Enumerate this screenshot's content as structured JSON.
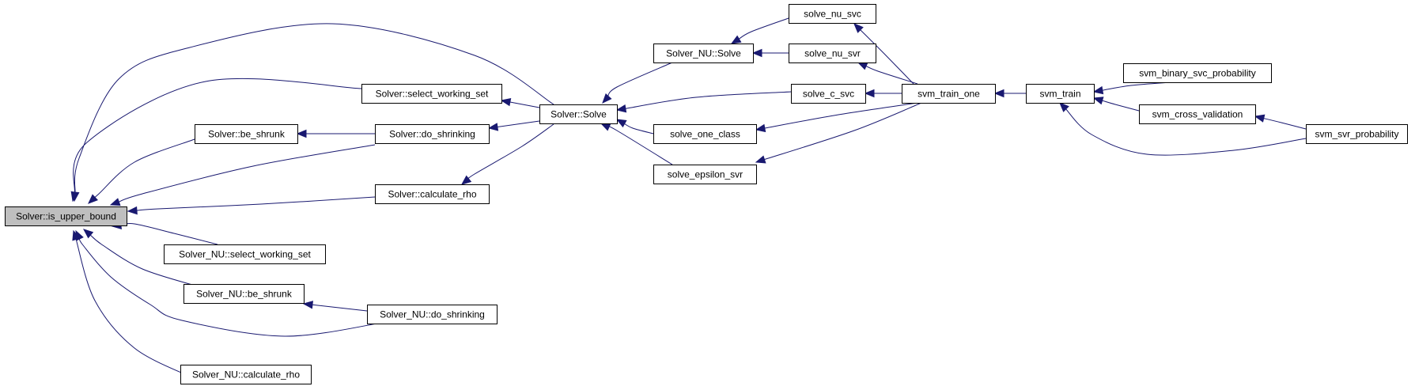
{
  "graph": {
    "colors": {
      "node_fill": "#ffffff",
      "highlight_fill": "#bfbfbf",
      "edge": "#191970",
      "border": "#000000"
    },
    "nodes": [
      {
        "id": "is_upper_bound",
        "label": "Solver::is_upper_bound",
        "highlight": true
      },
      {
        "id": "select_working_set",
        "label": "Solver::select_working_set"
      },
      {
        "id": "be_shrunk",
        "label": "Solver::be_shrunk"
      },
      {
        "id": "do_shrinking",
        "label": "Solver::do_shrinking"
      },
      {
        "id": "calculate_rho",
        "label": "Solver::calculate_rho"
      },
      {
        "id": "nu_select_working_set",
        "label": "Solver_NU::select_working_set"
      },
      {
        "id": "nu_be_shrunk",
        "label": "Solver_NU::be_shrunk"
      },
      {
        "id": "nu_do_shrinking",
        "label": "Solver_NU::do_shrinking"
      },
      {
        "id": "nu_calculate_rho",
        "label": "Solver_NU::calculate_rho"
      },
      {
        "id": "solver_solve",
        "label": "Solver::Solve"
      },
      {
        "id": "nu_solve",
        "label": "Solver_NU::Solve"
      },
      {
        "id": "solve_nu_svc",
        "label": "solve_nu_svc"
      },
      {
        "id": "solve_nu_svr",
        "label": "solve_nu_svr"
      },
      {
        "id": "solve_c_svc",
        "label": "solve_c_svc"
      },
      {
        "id": "solve_one_class",
        "label": "solve_one_class"
      },
      {
        "id": "solve_epsilon_svr",
        "label": "solve_epsilon_svr"
      },
      {
        "id": "svm_train_one",
        "label": "svm_train_one"
      },
      {
        "id": "svm_train",
        "label": "svm_train"
      },
      {
        "id": "svm_binary_svc_probability",
        "label": "svm_binary_svc_probability"
      },
      {
        "id": "svm_cross_validation",
        "label": "svm_cross_validation"
      },
      {
        "id": "svm_svr_probability",
        "label": "svm_svr_probability"
      }
    ],
    "edges": [
      {
        "from": "select_working_set",
        "to": "is_upper_bound"
      },
      {
        "from": "be_shrunk",
        "to": "is_upper_bound"
      },
      {
        "from": "do_shrinking",
        "to": "is_upper_bound"
      },
      {
        "from": "calculate_rho",
        "to": "is_upper_bound"
      },
      {
        "from": "solver_solve",
        "to": "is_upper_bound"
      },
      {
        "from": "nu_select_working_set",
        "to": "is_upper_bound"
      },
      {
        "from": "nu_be_shrunk",
        "to": "is_upper_bound"
      },
      {
        "from": "nu_do_shrinking",
        "to": "is_upper_bound"
      },
      {
        "from": "nu_calculate_rho",
        "to": "is_upper_bound"
      },
      {
        "from": "do_shrinking",
        "to": "be_shrunk"
      },
      {
        "from": "nu_do_shrinking",
        "to": "nu_be_shrunk"
      },
      {
        "from": "solver_solve",
        "to": "select_working_set"
      },
      {
        "from": "solver_solve",
        "to": "do_shrinking"
      },
      {
        "from": "solver_solve",
        "to": "calculate_rho"
      },
      {
        "from": "nu_solve",
        "to": "solver_solve"
      },
      {
        "from": "solve_c_svc",
        "to": "solver_solve"
      },
      {
        "from": "solve_one_class",
        "to": "solver_solve"
      },
      {
        "from": "solve_epsilon_svr",
        "to": "solver_solve"
      },
      {
        "from": "solve_nu_svc",
        "to": "nu_solve"
      },
      {
        "from": "solve_nu_svr",
        "to": "nu_solve"
      },
      {
        "from": "svm_train_one",
        "to": "solve_nu_svc"
      },
      {
        "from": "svm_train_one",
        "to": "solve_nu_svr"
      },
      {
        "from": "svm_train_one",
        "to": "solve_c_svc"
      },
      {
        "from": "svm_train_one",
        "to": "solve_one_class"
      },
      {
        "from": "svm_train_one",
        "to": "solve_epsilon_svr"
      },
      {
        "from": "svm_train",
        "to": "svm_train_one"
      },
      {
        "from": "svm_binary_svc_probability",
        "to": "svm_train"
      },
      {
        "from": "svm_cross_validation",
        "to": "svm_train"
      },
      {
        "from": "svm_svr_probability",
        "to": "svm_train"
      },
      {
        "from": "svm_svr_probability",
        "to": "svm_cross_validation"
      }
    ]
  }
}
